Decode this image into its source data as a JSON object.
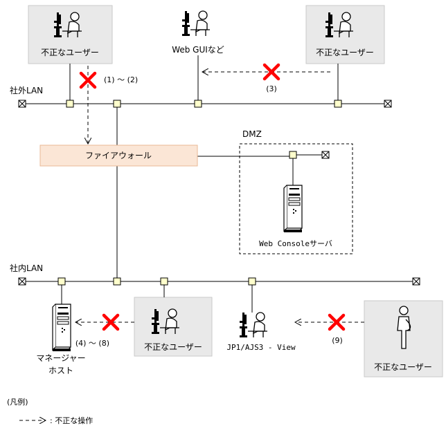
{
  "title": "",
  "networks": {
    "external_lan": "社外LAN",
    "internal_lan": "社内LAN",
    "dmz": "DMZ"
  },
  "nodes": {
    "unauthorized_user_1": "不正なユーザー",
    "web_gui": "Web GUIなど",
    "unauthorized_user_2": "不正なユーザー",
    "firewall": "ファイアウォール",
    "web_console_server": "Web Consoleサーバ",
    "manager_host_line1": "マネージャー",
    "manager_host_line2": "ホスト",
    "unauthorized_user_3": "不正なユーザー",
    "jp1_view": "JP1/AJS3 - View",
    "unauthorized_user_4": "不正なユーザー"
  },
  "attacks": {
    "a1": "(1) ～ (2)",
    "a2": "(3)",
    "a3": "(4) ～ (8)",
    "a4": "(9)"
  },
  "legend": {
    "title": "(凡例)",
    "arrow_label": ": 不正な操作"
  },
  "colors": {
    "firewall_fill": "#fbe6d6",
    "firewall_stroke": "#e8b894",
    "user_box_fill": "#e9e9e9",
    "port_fill": "#ffffcc",
    "block_mark": "#ff0000"
  }
}
